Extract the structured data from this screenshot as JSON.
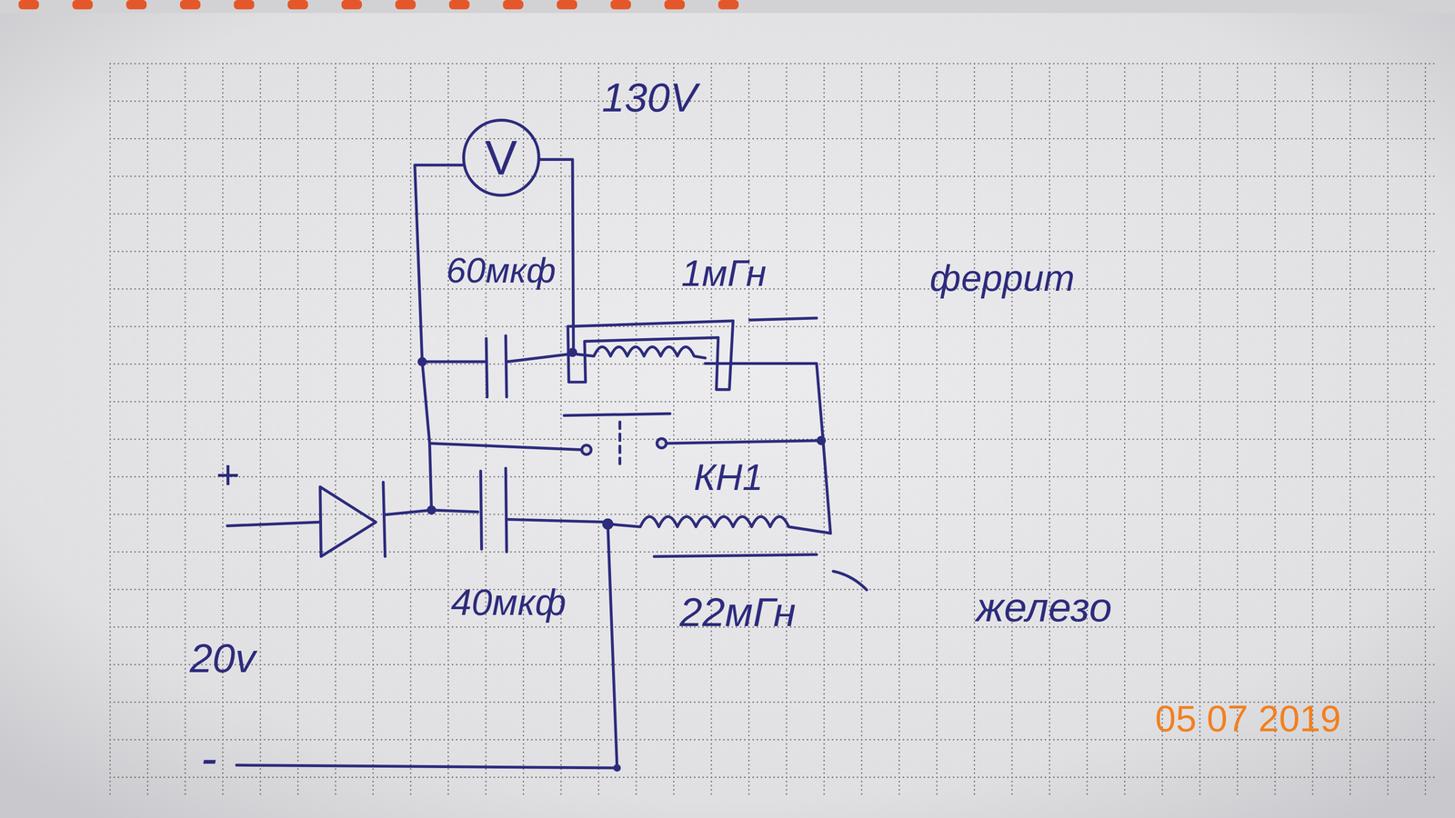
{
  "diagram": {
    "nodes": [
      {
        "text": [
          "V"
        ]
      }
    ],
    "labels": [
      "130V",
      "60мкф",
      "1мГн",
      "феррит",
      "КН1",
      "+",
      "40мкф",
      "22мГн",
      "железо",
      "20v",
      "-",
      "05 07 2019"
    ]
  }
}
